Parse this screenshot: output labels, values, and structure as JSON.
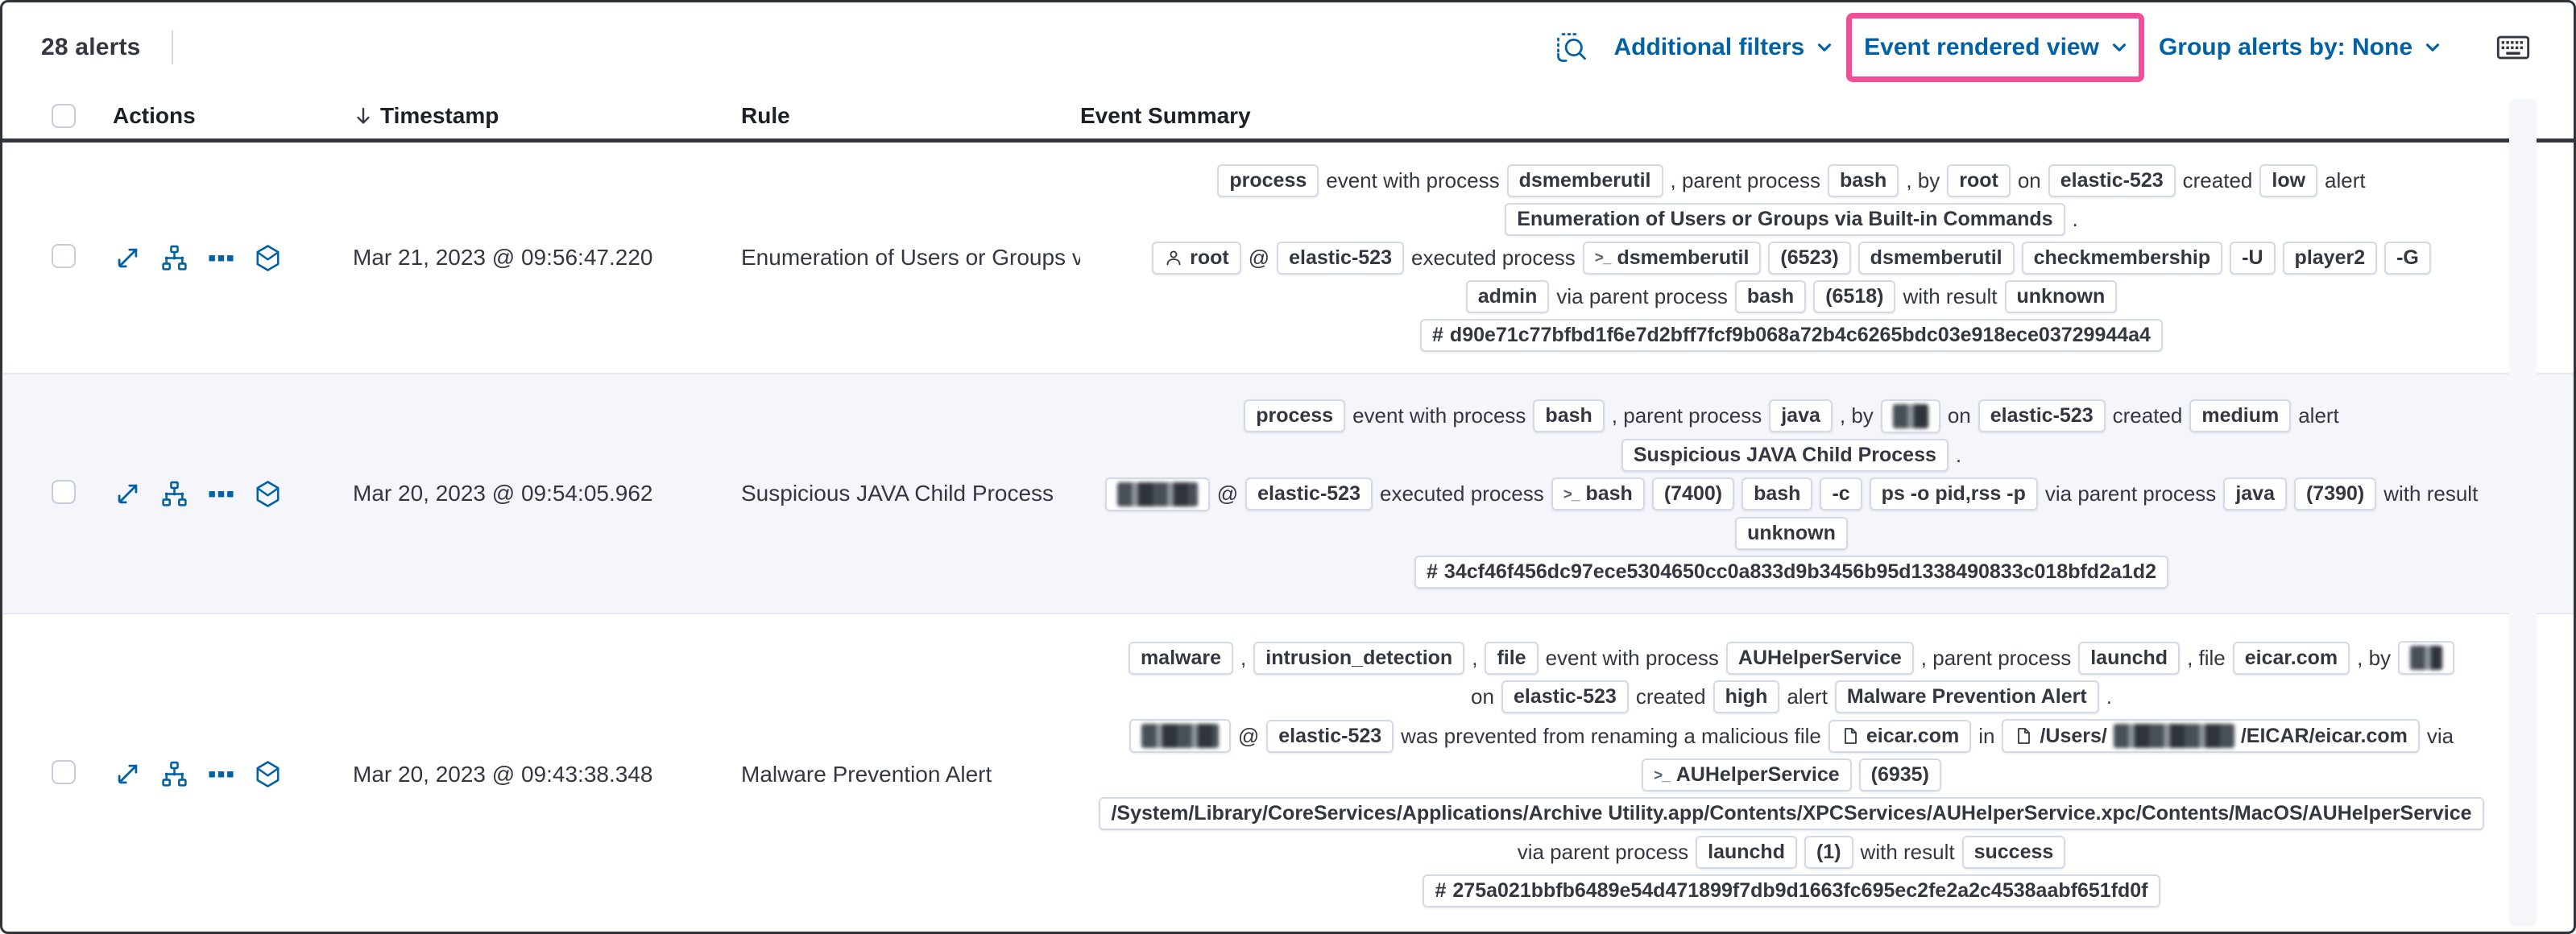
{
  "toolbar": {
    "alert_count": "28 alerts",
    "additional_filters": "Additional filters",
    "view_selector": "Event rendered view",
    "group_alerts": "Group alerts by: None",
    "highlight_color": "#f04e98",
    "icons": [
      "inspect-icon",
      "keyboard-icon"
    ]
  },
  "table": {
    "columns": {
      "actions": "Actions",
      "timestamp": "Timestamp",
      "rule": "Rule",
      "summary": "Event Summary"
    },
    "sort": {
      "column": "Timestamp",
      "direction": "descending"
    },
    "action_icons": [
      "expand-alert-icon",
      "analyze-event-icon",
      "more-actions-icon",
      "session-view-icon"
    ],
    "rows": [
      {
        "timestamp": "Mar 21, 2023 @ 09:56:47.220",
        "rule": "Enumeration of Users or Groups via Bui",
        "striped": false,
        "summary": [
          [
            {
              "t": "badge",
              "v": "process"
            },
            {
              "t": "text",
              "v": "event with process"
            },
            {
              "t": "badge",
              "v": "dsmemberutil"
            },
            {
              "t": "text",
              "v": ", parent process"
            },
            {
              "t": "badge",
              "v": "bash"
            },
            {
              "t": "text",
              "v": ", by"
            },
            {
              "t": "badge",
              "v": "root"
            },
            {
              "t": "text",
              "v": "on"
            },
            {
              "t": "badge",
              "v": "elastic-523"
            },
            {
              "t": "text",
              "v": "created"
            },
            {
              "t": "badge",
              "v": "low"
            },
            {
              "t": "text",
              "v": "alert"
            }
          ],
          [
            {
              "t": "badge",
              "v": "Enumeration of Users or Groups via Built-in Commands"
            },
            {
              "t": "text",
              "v": "."
            }
          ],
          [
            {
              "t": "badge",
              "icon": "user",
              "v": "root"
            },
            {
              "t": "text",
              "v": "@"
            },
            {
              "t": "badge",
              "v": "elastic-523"
            },
            {
              "t": "text",
              "v": "executed process"
            },
            {
              "t": "badge",
              "icon": "terminal",
              "v": "dsmemberutil"
            },
            {
              "t": "badge",
              "v": "(6523)"
            },
            {
              "t": "badge",
              "v": "dsmemberutil"
            },
            {
              "t": "badge",
              "v": "checkmembership"
            },
            {
              "t": "badge",
              "v": "-U"
            },
            {
              "t": "badge",
              "v": "player2"
            },
            {
              "t": "badge",
              "v": "-G"
            }
          ],
          [
            {
              "t": "badge",
              "v": "admin"
            },
            {
              "t": "text",
              "v": "via parent process"
            },
            {
              "t": "badge",
              "v": "bash"
            },
            {
              "t": "badge",
              "v": "(6518)"
            },
            {
              "t": "text",
              "v": "with result"
            },
            {
              "t": "badge",
              "v": "unknown"
            }
          ],
          [
            {
              "t": "badge",
              "icon": "hash",
              "v": "d90e71c77bfbd1f6e7d2bff7fcf9b068a72b4c6265bdc03e918ece03729944a4"
            }
          ]
        ]
      },
      {
        "timestamp": "Mar 20, 2023 @ 09:54:05.962",
        "rule": "Suspicious JAVA Child Process",
        "striped": true,
        "summary": [
          [
            {
              "t": "badge",
              "v": "process"
            },
            {
              "t": "text",
              "v": "event with process"
            },
            {
              "t": "badge",
              "v": "bash"
            },
            {
              "t": "text",
              "v": ", parent process"
            },
            {
              "t": "badge",
              "v": "java"
            },
            {
              "t": "text",
              "v": ", by"
            },
            {
              "t": "badge",
              "redact": 44
            },
            {
              "t": "text",
              "v": "on"
            },
            {
              "t": "badge",
              "v": "elastic-523"
            },
            {
              "t": "text",
              "v": "created"
            },
            {
              "t": "badge",
              "v": "medium"
            },
            {
              "t": "text",
              "v": "alert"
            }
          ],
          [
            {
              "t": "badge",
              "v": "Suspicious JAVA Child Process"
            },
            {
              "t": "text",
              "v": "."
            }
          ],
          [
            {
              "t": "badge",
              "redact": 100
            },
            {
              "t": "text",
              "v": "@"
            },
            {
              "t": "badge",
              "v": "elastic-523"
            },
            {
              "t": "text",
              "v": "executed process"
            },
            {
              "t": "badge",
              "icon": "terminal",
              "v": "bash"
            },
            {
              "t": "badge",
              "v": "(7400)"
            },
            {
              "t": "badge",
              "v": "bash"
            },
            {
              "t": "badge",
              "v": "-c"
            },
            {
              "t": "badge",
              "v": "ps -o pid,rss -p"
            },
            {
              "t": "text",
              "v": "via parent process"
            },
            {
              "t": "badge",
              "v": "java"
            },
            {
              "t": "badge",
              "v": "(7390)"
            },
            {
              "t": "text",
              "v": "with result"
            }
          ],
          [
            {
              "t": "badge",
              "v": "unknown"
            }
          ],
          [
            {
              "t": "badge",
              "icon": "hash",
              "v": "34cf46f456dc97ece5304650cc0a833d9b3456b95d1338490833c018bfd2a1d2"
            }
          ]
        ]
      },
      {
        "timestamp": "Mar 20, 2023 @ 09:43:38.348",
        "rule": "Malware Prevention Alert",
        "striped": false,
        "summary": [
          [
            {
              "t": "badge",
              "v": "malware"
            },
            {
              "t": "text",
              "v": ","
            },
            {
              "t": "badge",
              "v": "intrusion_detection"
            },
            {
              "t": "text",
              "v": ","
            },
            {
              "t": "badge",
              "v": "file"
            },
            {
              "t": "text",
              "v": "event with process"
            },
            {
              "t": "badge",
              "v": "AUHelperService"
            },
            {
              "t": "text",
              "v": ", parent process"
            },
            {
              "t": "badge",
              "v": "launchd"
            },
            {
              "t": "text",
              "v": ", file"
            },
            {
              "t": "badge",
              "v": "eicar.com"
            },
            {
              "t": "text",
              "v": ", by"
            },
            {
              "t": "badge",
              "redact": 40
            }
          ],
          [
            {
              "t": "text",
              "v": "on"
            },
            {
              "t": "badge",
              "v": "elastic-523"
            },
            {
              "t": "text",
              "v": "created"
            },
            {
              "t": "badge",
              "v": "high"
            },
            {
              "t": "text",
              "v": "alert"
            },
            {
              "t": "badge",
              "v": "Malware Prevention Alert"
            },
            {
              "t": "text",
              "v": "."
            }
          ],
          [
            {
              "t": "badge",
              "redact": 96
            },
            {
              "t": "text",
              "v": "@"
            },
            {
              "t": "badge",
              "v": "elastic-523"
            },
            {
              "t": "text",
              "v": "was prevented from renaming a malicious file"
            },
            {
              "t": "badge",
              "icon": "file",
              "v": "eicar.com"
            },
            {
              "t": "text",
              "v": "in"
            },
            {
              "t": "badge",
              "icon": "file",
              "parts": [
                {
                  "v": "/Users/"
                },
                {
                  "redact": 150
                },
                {
                  "v": "/EICAR/eicar.com"
                }
              ]
            },
            {
              "t": "text",
              "v": "via"
            }
          ],
          [
            {
              "t": "badge",
              "icon": "terminal",
              "v": "AUHelperService"
            },
            {
              "t": "badge",
              "v": "(6935)"
            }
          ],
          [
            {
              "t": "badge",
              "v": "/System/Library/CoreServices/Applications/Archive Utility.app/Contents/XPCServices/AUHelperService.xpc/Contents/MacOS/AUHelperService"
            }
          ],
          [
            {
              "t": "text",
              "v": "via parent process"
            },
            {
              "t": "badge",
              "v": "launchd"
            },
            {
              "t": "badge",
              "v": "(1)"
            },
            {
              "t": "text",
              "v": "with result"
            },
            {
              "t": "badge",
              "v": "success"
            }
          ],
          [
            {
              "t": "badge",
              "icon": "hash",
              "v": "275a021bbfb6489e54d471899f7db9d1663fc695ec2fe2a2c4538aabf651fd0f"
            }
          ]
        ]
      }
    ]
  }
}
